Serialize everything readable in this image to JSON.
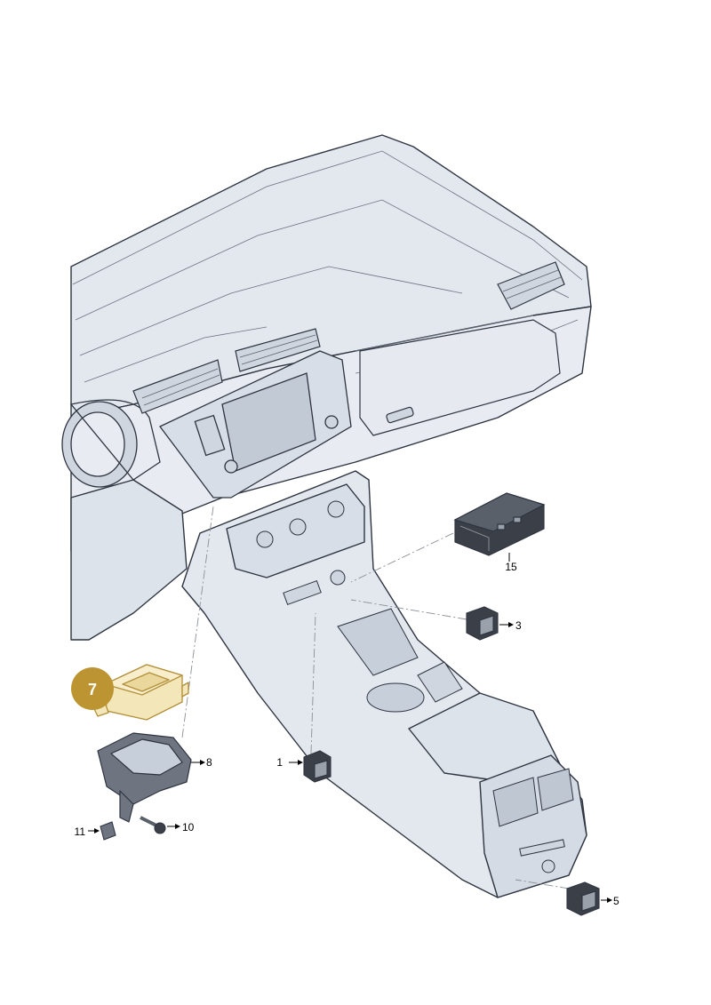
{
  "callouts": {
    "c1": "1",
    "c3": "3",
    "c5": "5",
    "c7": "7",
    "c8": "8",
    "c10": "10",
    "c11": "11",
    "c15": "15"
  },
  "colors": {
    "line": "#2e3440",
    "surface": "#e3e8ef",
    "surface_dark": "#cfd6e0",
    "highlight": "#f3e6b8",
    "highlight_stroke": "#b38f3a",
    "badge": "#bd9432",
    "part_dark": "#3b4048",
    "leader": "#8a8f96"
  }
}
